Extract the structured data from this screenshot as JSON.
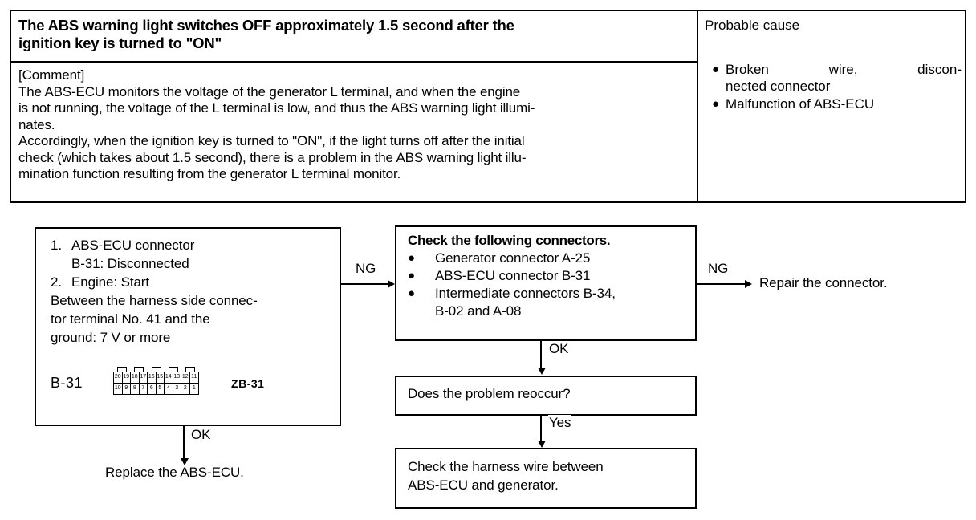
{
  "top_table": {
    "symptom": {
      "title_line1": "The ABS warning light switches OFF approximately 1.5 second after the",
      "title_line2": "ignition key is turned to \"ON\"",
      "comment_tag": "[Comment]",
      "comment_para1_l1": "The ABS-ECU monitors the voltage of the generator L terminal, and when the engine",
      "comment_para1_l2": "is not running, the voltage of the L terminal is low, and thus the ABS warning light illumi-",
      "comment_para1_l3": "nates.",
      "comment_para2_l1": "Accordingly, when the ignition key is turned to \"ON\", if the light turns off after the initial",
      "comment_para2_l2": "check (which takes about 1.5 second), there is a problem in the ABS warning light illu-",
      "comment_para2_l3": "mination function resulting from the generator L terminal monitor."
    },
    "probable_cause": {
      "header": "Probable cause",
      "bullet": "●",
      "items": [
        {
          "line1": "Broken   wire,   discon-",
          "line2": "nected  connector"
        },
        {
          "line1": "Malfunction  of  ABS-ECU",
          "line2": ""
        }
      ]
    }
  },
  "flowchart": {
    "measure_box": {
      "step1_num": "1.",
      "step1_text": "ABS-ECU connector",
      "step1_sub": "B-31: Disconnected",
      "step2_num": "2.",
      "step2_text": "Engine: Start",
      "detail_l1": "Between the harness side connec-",
      "detail_l2": "tor terminal No. 41 and the",
      "detail_l3": "ground: 7 V or more",
      "connector_label": "B-31",
      "connector_code": "ZB-31",
      "pins_top": [
        "20",
        "19",
        "18",
        "17",
        "16",
        "15",
        "14",
        "13",
        "12",
        "11"
      ],
      "pins_bottom": [
        "10",
        "9",
        "8",
        "7",
        "6",
        "5",
        "4",
        "3",
        "2",
        "1"
      ]
    },
    "check_box": {
      "header": "Check the following connectors.",
      "bullet": "●",
      "items": [
        {
          "line1": "Generator  connector  A-25",
          "line2": ""
        },
        {
          "line1": "ABS-ECU  connector  B-31",
          "line2": ""
        },
        {
          "line1": "Intermediate connectors B-34,",
          "line2": "B-02  and  A-08"
        }
      ]
    },
    "reoccur_box": {
      "text": "Does the problem reoccur?"
    },
    "harness_box": {
      "line1": "Check the harness wire between",
      "line2": "ABS-ECU and generator."
    },
    "labels": {
      "ng_left": "NG",
      "ng_right": "NG",
      "ok_measure": "OK",
      "ok_check": "OK",
      "yes_reoccur": "Yes"
    },
    "terminals": {
      "repair_connector": "Repair the connector.",
      "replace_ecu": "Replace the ABS-ECU."
    }
  }
}
